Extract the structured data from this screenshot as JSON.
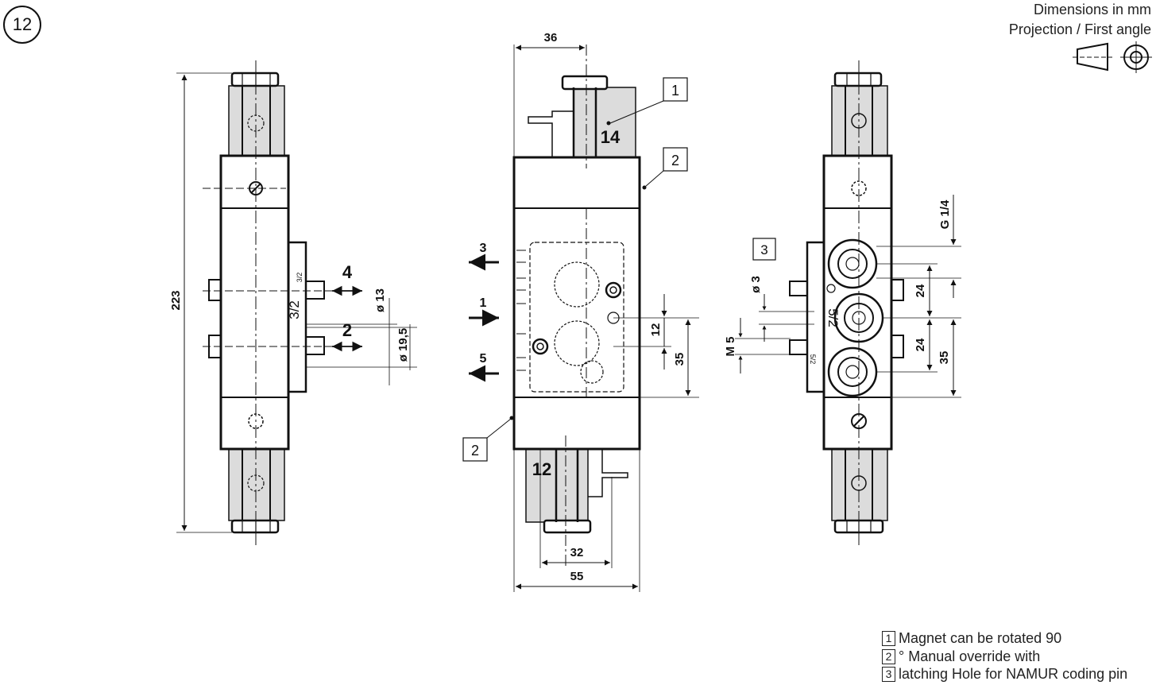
{
  "section_number": "12",
  "header": {
    "line1": "Dimensions in mm",
    "line2": "Projection / First angle",
    "projection_symbol": "first-angle-projection-icon"
  },
  "left_view": {
    "overall_height": "223",
    "port_4": "4",
    "port_2": "2",
    "diameter_13": "ø 13",
    "diameter_19_5": "ø 19,5",
    "function_label": "3/2",
    "small_label": "3/2"
  },
  "center_view": {
    "top_width": "36",
    "coil_14": "14",
    "coil_12": "12",
    "port_3": "3",
    "port_1": "1",
    "port_5": "5",
    "dim_12": "12",
    "dim_35": "35",
    "bottom_32": "32",
    "bottom_55": "55",
    "callout_1": "1",
    "callout_2_top": "2",
    "callout_2_bottom": "2"
  },
  "right_view": {
    "thread": "G 1/4",
    "diameter_3": "ø 3",
    "thread_m5": "M 5",
    "dim_24_a": "24",
    "dim_24_b": "24",
    "dim_35": "35",
    "function_label": "5/2",
    "small_label": "5/2",
    "callout_3": "3"
  },
  "legend": [
    {
      "num": "1",
      "text": "Magnet can be rotated 90"
    },
    {
      "num": "2",
      "text": "° Manual override with"
    },
    {
      "num": "3",
      "text": "latching Hole for NAMUR coding pin"
    }
  ]
}
